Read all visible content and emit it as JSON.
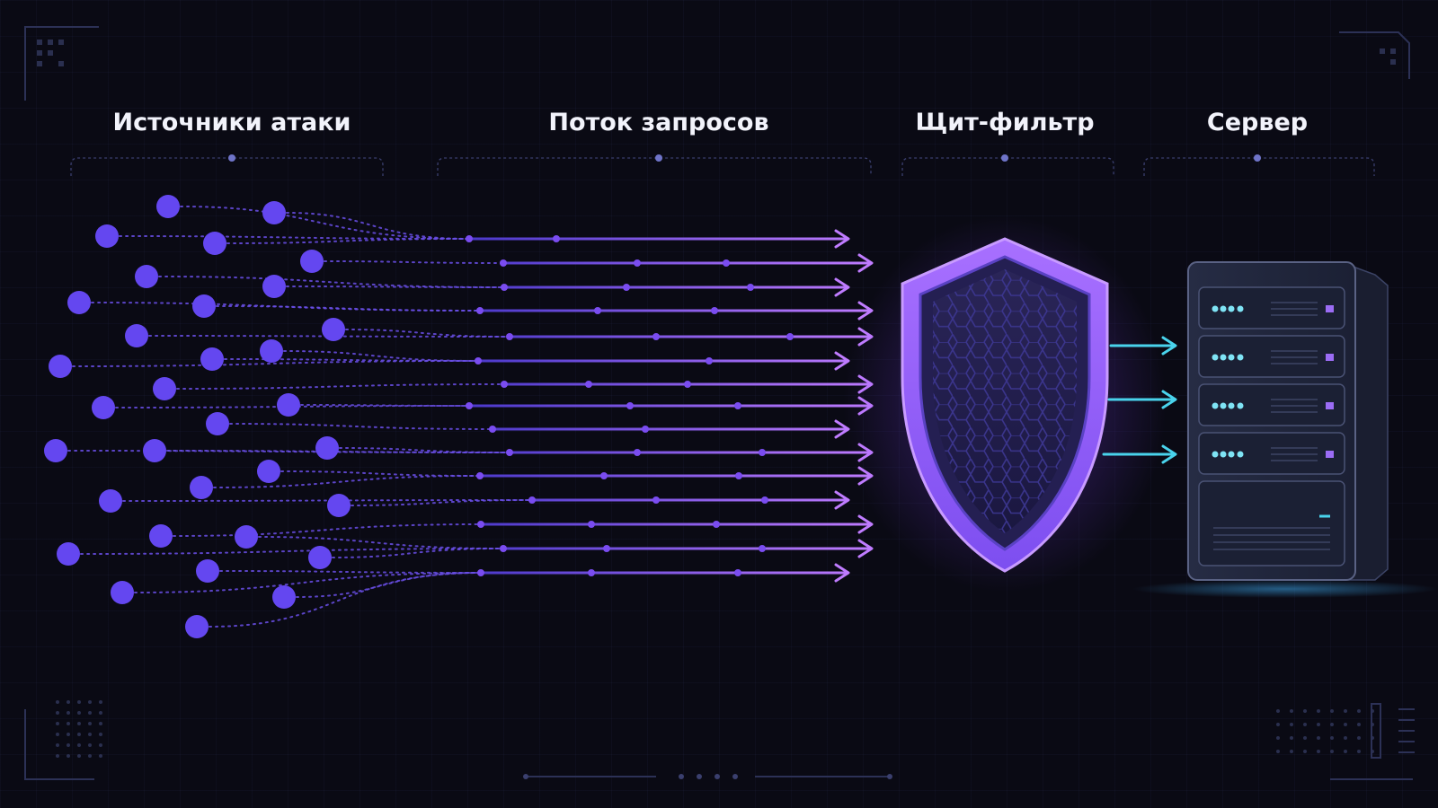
{
  "sections": {
    "sources": {
      "title": "Источники атаки"
    },
    "flow": {
      "title": "Поток запросов"
    },
    "shield": {
      "title": "Щит-фильтр"
    },
    "server": {
      "title": "Сервер"
    }
  },
  "colors": {
    "background": "#0a0a14",
    "title": "#f2f3fb",
    "source_node": "#6447f0",
    "flow_start": "#4a3ed0",
    "flow_end": "#c07cff",
    "shield": "#9b5cf6",
    "filtered_output": "#49d3ec",
    "server_led": "#7fe4f5"
  },
  "icons": {
    "shield": "shield-icon",
    "server": "server-icon"
  }
}
